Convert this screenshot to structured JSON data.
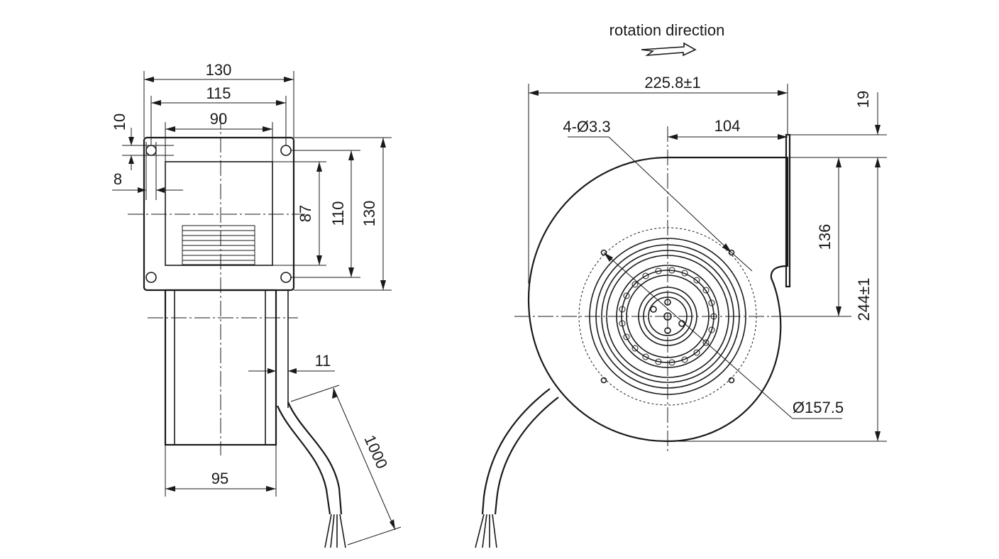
{
  "drawing": {
    "rotation_label": "rotation direction",
    "side_view": {
      "dim_130_width": "130",
      "dim_115": "115",
      "dim_90": "90",
      "dim_10": "10",
      "dim_8": "8",
      "dim_87": "87",
      "dim_110": "110",
      "dim_130_height": "130",
      "dim_11": "11",
      "dim_95": "95",
      "dim_1000": "1000"
    },
    "front_view": {
      "dim_225": "225.8±1",
      "dim_104": "104",
      "dim_19": "19",
      "dim_136": "136",
      "dim_244": "244±1",
      "hole_label": "4-Ø3.3",
      "diameter_label": "Ø157.5"
    }
  }
}
